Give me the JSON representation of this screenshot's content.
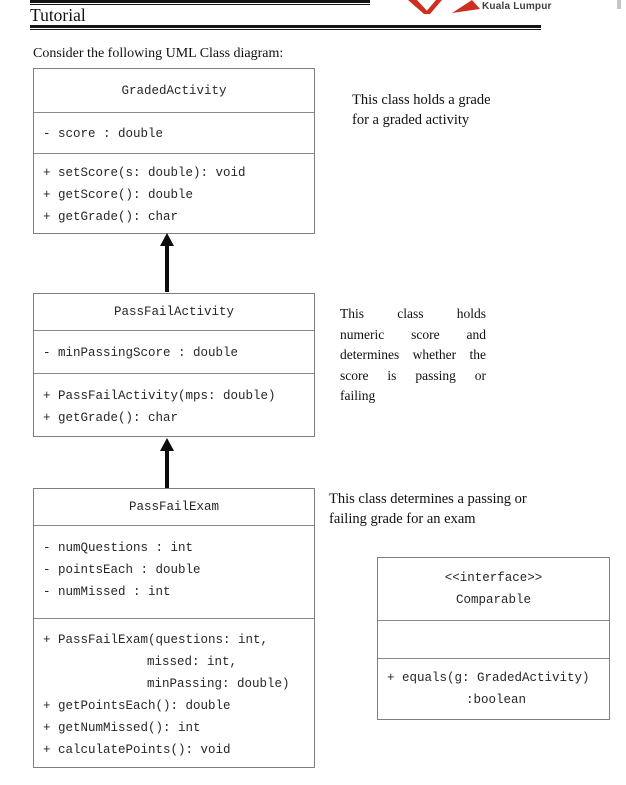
{
  "header": {
    "title": "Tutorial",
    "logo_text": "Kuala Lumpur"
  },
  "intro": "Consider the following UML Class diagram:",
  "diagram": {
    "classes": [
      {
        "name": "GradedActivity",
        "attributes": [
          "- score : double"
        ],
        "methods": [
          "+ setScore(s: double): void",
          "+ getScore(): double",
          "+ getGrade(): char"
        ],
        "note_lines": [
          "This class holds a grade",
          "for a graded activity"
        ]
      },
      {
        "name": "PassFailActivity",
        "attributes": [
          "- minPassingScore : double"
        ],
        "methods": [
          "+ PassFailActivity(mps: double)",
          "+ getGrade(): char"
        ],
        "note_lines": [
          "This class holds",
          "numeric score and",
          "determines whether the",
          "score is passing or",
          "failing"
        ]
      },
      {
        "name": "PassFailExam",
        "attributes": [
          "- numQuestions : int",
          "- pointsEach : double",
          "- numMissed : int"
        ],
        "methods": [
          "+ PassFailExam(questions: int,",
          "missed: int,",
          "minPassing: double)",
          "+ getPointsEach(): double",
          "+ getNumMissed(): int",
          "+ calculatePoints(): void"
        ],
        "note_lines": [
          "This class determines a passing or",
          "failing grade for an exam"
        ]
      }
    ],
    "interface": {
      "stereotype": "<<interface>>",
      "name": "Comparable",
      "method_lines": [
        "+ equals(g: GradedActivity)",
        ":boolean"
      ]
    }
  },
  "colors": {
    "logo_red": "#cf2f20",
    "box_border_gray": "#7e7e7e",
    "arrow_black": "#0c0c0c"
  }
}
